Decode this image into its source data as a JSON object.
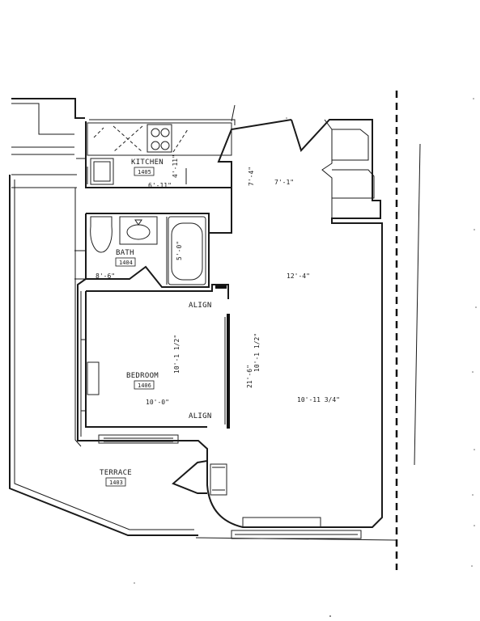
{
  "rooms": {
    "kitchen": {
      "label": "KITCHEN",
      "number": "1405",
      "dim_width": "6'-11\"",
      "dim_depth": "4'-11\""
    },
    "bath": {
      "label": "BATH",
      "number": "1404",
      "dim_width": "8'-6\"",
      "dim_tub": "5'-0\""
    },
    "bedroom": {
      "label": "BEDROOM",
      "number": "1406",
      "dim_width": "10'-0\"",
      "dim_depth": "10'-1 1/2\""
    },
    "living": {
      "dim_top_a": "7'-4\"",
      "dim_top_b": "7'-1\"",
      "dim_width": "12'-4\"",
      "dim_depth_a": "21'-6\"",
      "dim_depth_b": "10'-1 1/2\"",
      "dim_lower": "10'-11 3/4\""
    },
    "terrace": {
      "label": "TERRACE",
      "number": "1403"
    }
  },
  "notes": {
    "align_upper": "ALIGN",
    "align_lower": "ALIGN"
  }
}
